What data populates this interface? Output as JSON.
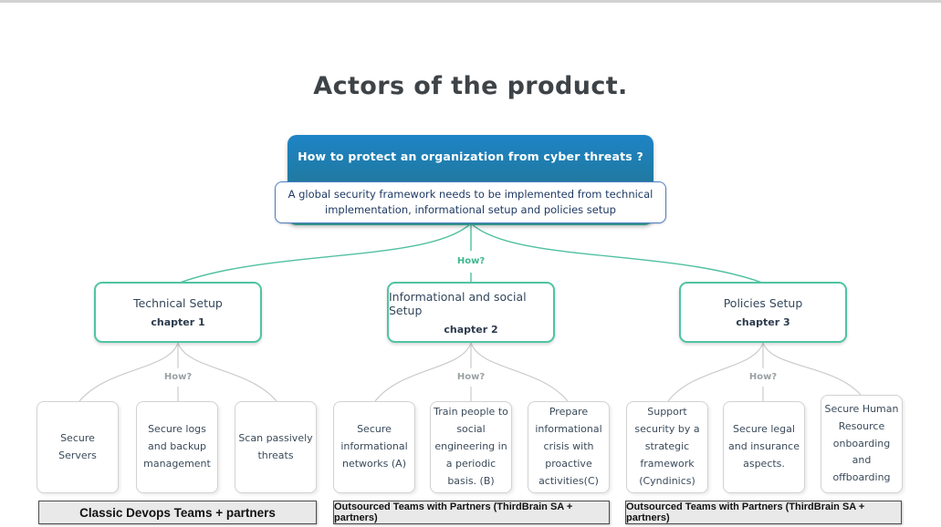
{
  "page": {
    "title": "Actors of the product."
  },
  "root": {
    "question": "How to protect an organization from cyber threats ?",
    "answer": "A global security framework needs to be implemented from technical implementation, informational setup and policies setup",
    "how_label": "How?"
  },
  "branches": [
    {
      "title": "Technical Setup",
      "chapter": "chapter 1",
      "how_label": "How?",
      "children": [
        "Secure Servers",
        "Secure logs and backup management",
        "Scan passively threats"
      ],
      "team": "Classic Devops Teams + partners"
    },
    {
      "title": "Informational and social Setup",
      "chapter": "chapter 2",
      "how_label": "How?",
      "children": [
        "Secure informational networks (A)",
        "Train people to social engineering in a periodic basis. (B)",
        "Prepare informational crisis with proactive activities(C)"
      ],
      "team": "Outsourced Teams with Partners (ThirdBrain SA + partners)"
    },
    {
      "title": "Policies Setup",
      "chapter": "chapter 3",
      "how_label": "How?",
      "children": [
        "Support security by a strategic framework (Cyndinics)",
        "Secure legal and insurance aspects.",
        "Secure Human Resource onboarding and offboarding"
      ],
      "team": "Outsourced Teams with Partners (ThirdBrain SA + partners)"
    }
  ],
  "colors": {
    "accent_teal": "#4fc0a0",
    "teal_label": "#3db890",
    "blue_top": "#1e84c6",
    "blue_bottom": "#35a295",
    "answer_border": "#4d80c0",
    "gray_line": "#cbcbcb",
    "gray_label": "#9aa0a3",
    "node_text": "#33475b",
    "bar_bg": "#e9e9e9"
  }
}
